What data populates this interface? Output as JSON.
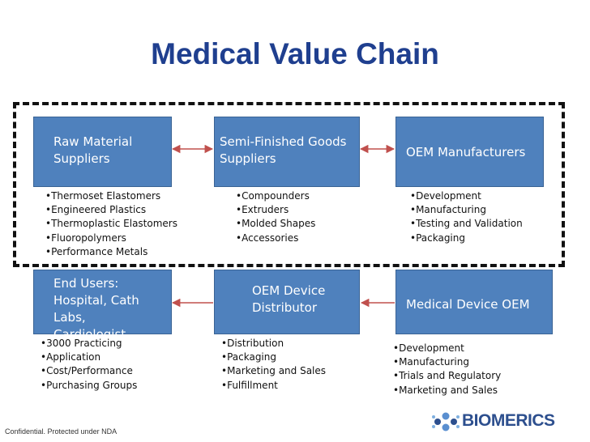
{
  "title": "Medical Value Chain",
  "colors": {
    "box": "#4f81bd",
    "arrow": "#c0504d",
    "title": "#1f3f8f"
  },
  "top_row": [
    {
      "lines": [
        "Raw Material",
        "Suppliers"
      ],
      "bullets": [
        "Thermoset Elastomers",
        "Engineered Plastics",
        "Thermoplastic Elastomers",
        "Fluoropolymers",
        "Performance Metals"
      ]
    },
    {
      "lines": [
        "Semi-Finished Goods",
        "Suppliers"
      ],
      "bullets": [
        "Compounders",
        "Extruders",
        "Molded Shapes",
        "Accessories"
      ]
    },
    {
      "lines": [
        "OEM Manufacturers"
      ],
      "bullets": [
        "Development",
        "Manufacturing",
        "Testing and Validation",
        "Packaging"
      ]
    }
  ],
  "bottom_row": [
    {
      "lines": [
        "End Users:",
        "Hospital, Cath Labs,",
        "Cardiologist"
      ],
      "bullets": [
        "3000 Practicing",
        "Application",
        "Cost/Performance",
        "Purchasing Groups"
      ]
    },
    {
      "lines": [
        "OEM Device",
        "Distributor"
      ],
      "bullets": [
        "Distribution",
        "Packaging",
        "Marketing and Sales",
        "Fulfillment"
      ]
    },
    {
      "lines": [
        "Medical Device OEM"
      ],
      "bullets": [
        "Development",
        "Manufacturing",
        "Trials and Regulatory",
        "Marketing and Sales"
      ]
    }
  ],
  "footer": "Confidential. Protected under NDA",
  "logo": {
    "text": "BIOMERICS",
    "icon": "molecule-logo-icon"
  }
}
